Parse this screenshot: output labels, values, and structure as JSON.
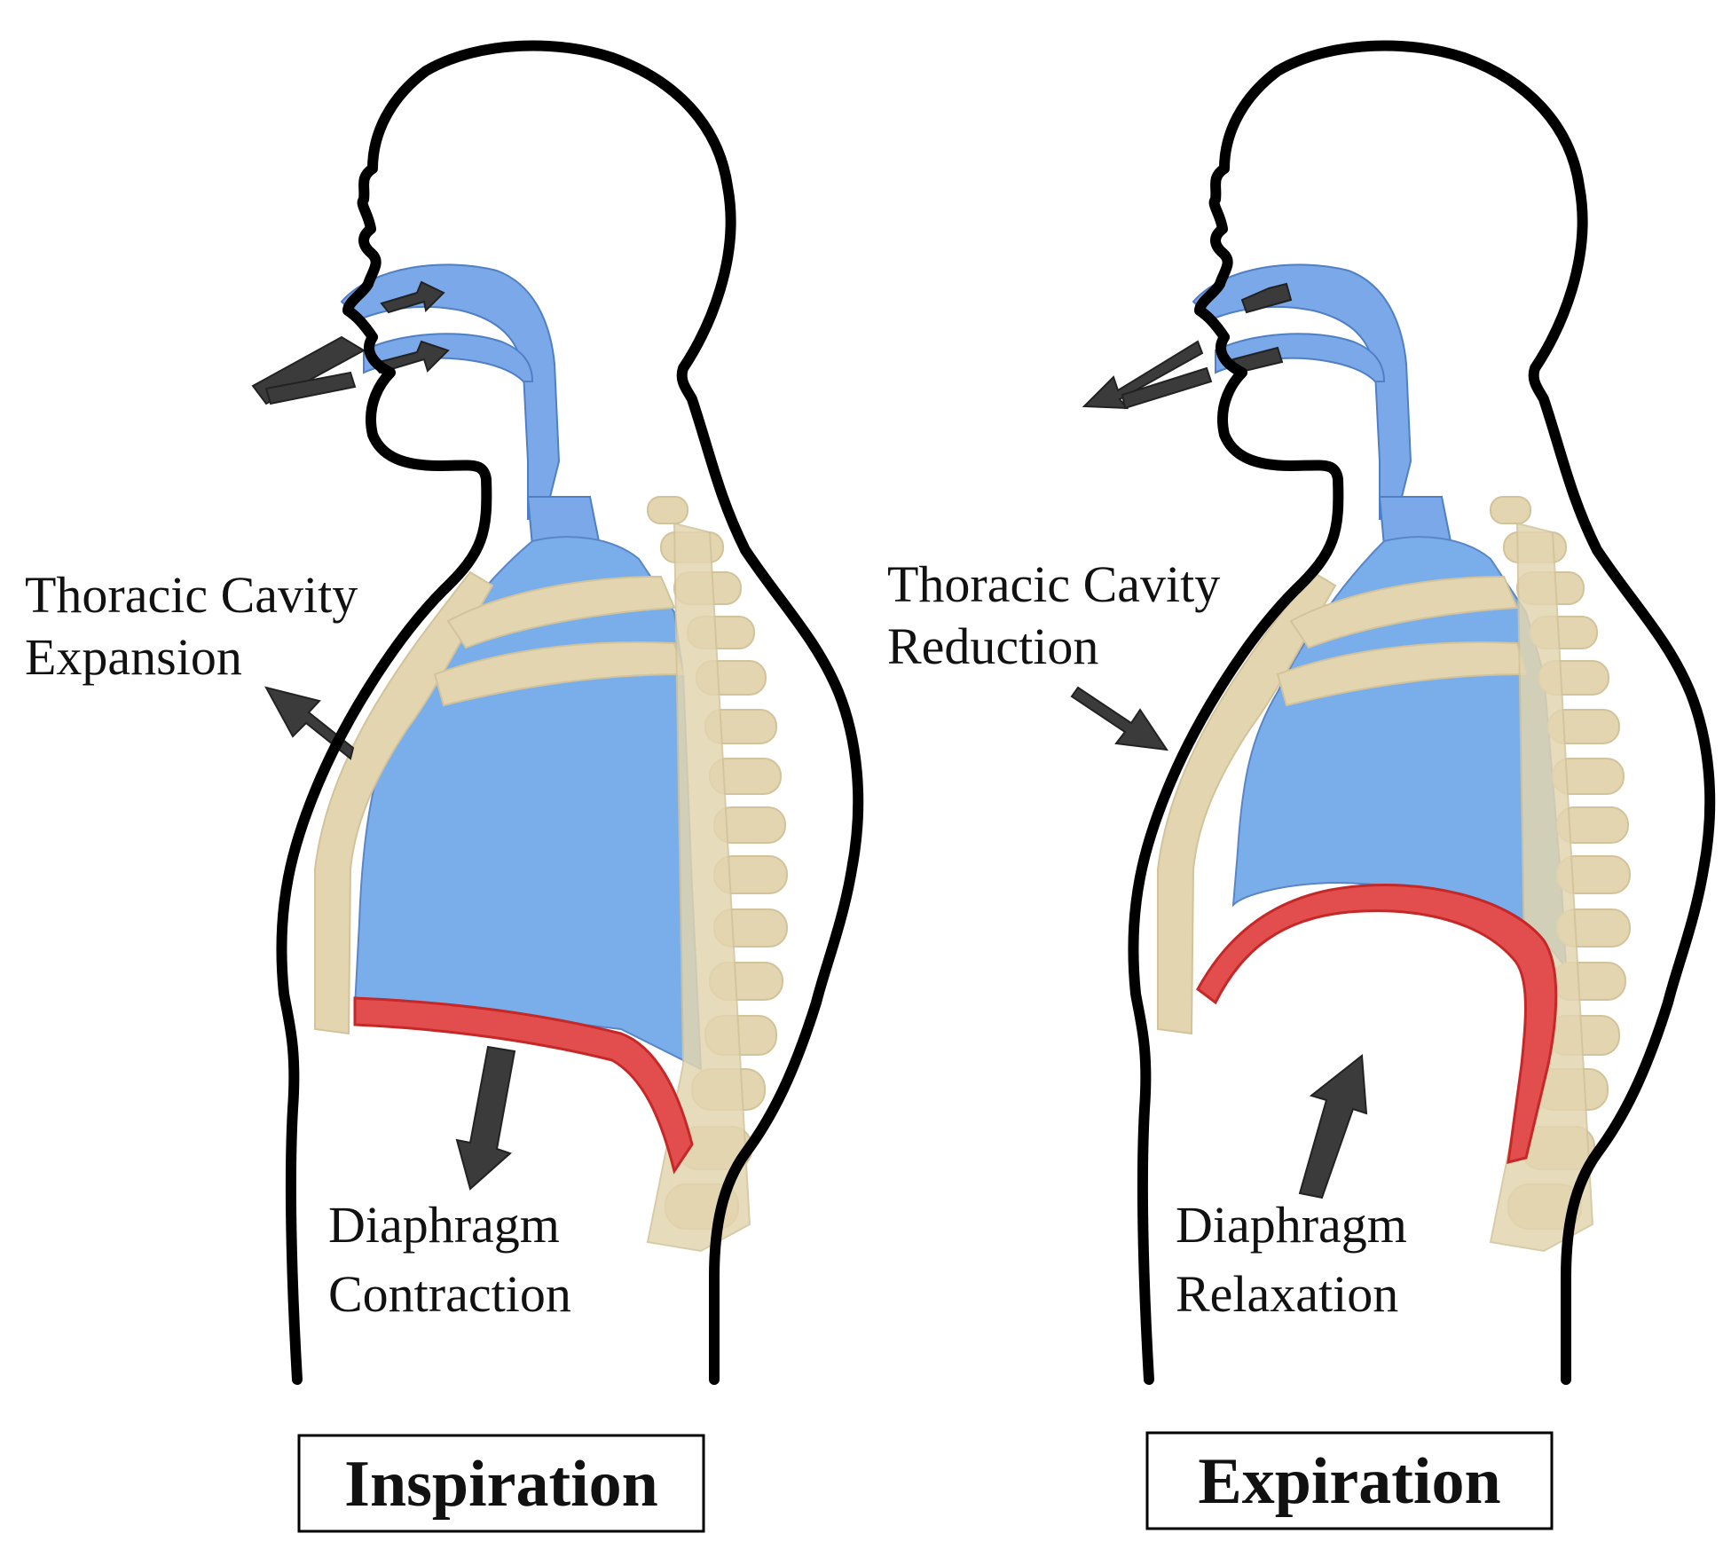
{
  "panels": {
    "inspiration": {
      "caption": "Inspiration",
      "cavity_label_line1": "Thoracic Cavity",
      "cavity_label_line2": "Expansion",
      "diaphragm_label_line1": "Diaphragm",
      "diaphragm_label_line2": "Contraction"
    },
    "expiration": {
      "caption": "Expiration",
      "cavity_label_line1": "Thoracic Cavity",
      "cavity_label_line2": "Reduction",
      "diaphragm_label_line1": "Diaphragm",
      "diaphragm_label_line2": "Relaxation"
    }
  },
  "colors": {
    "lungs": "#7aaeea",
    "airway": "#7aa8e8",
    "bone": "#e2d5b0",
    "diaphragm": "#e24e4e",
    "arrow": "#3b3b3b",
    "outline": "#000000"
  }
}
